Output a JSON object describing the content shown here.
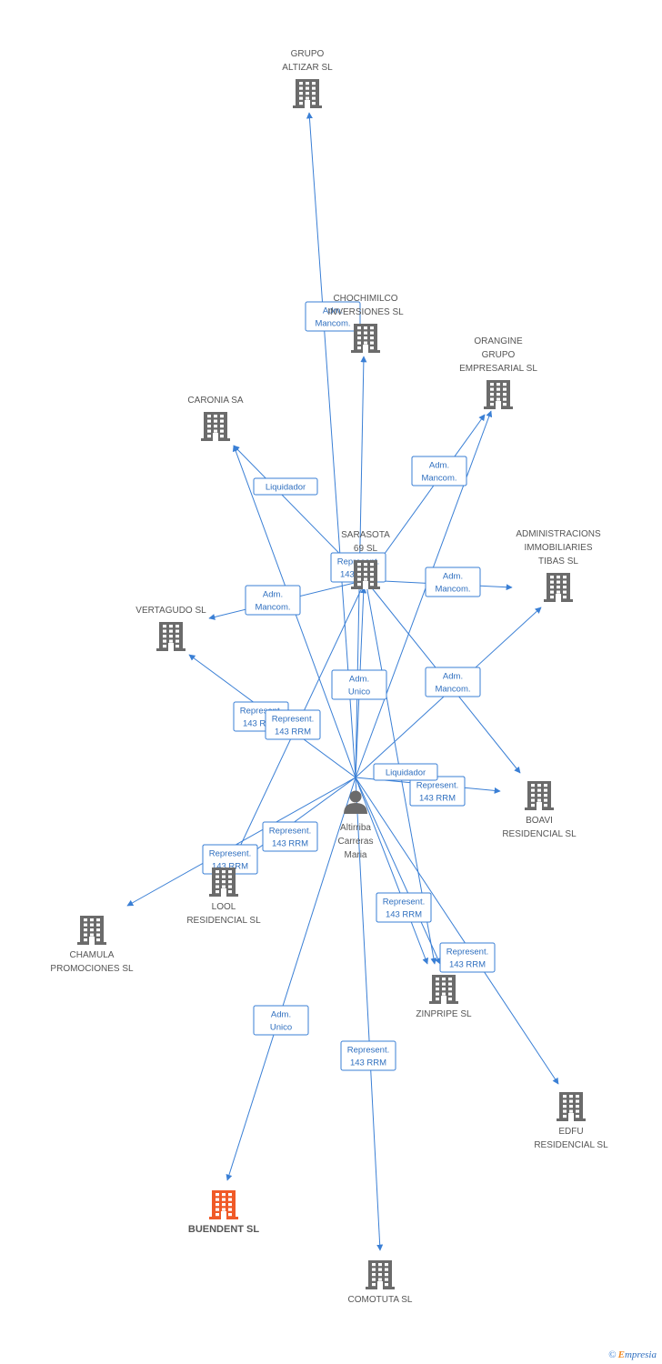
{
  "colors": {
    "edge": "#3a7fd5",
    "building": "#6b6b6b",
    "focus": "#f05a28",
    "label": "#555555"
  },
  "nodes": [
    {
      "id": "grupo_altizar",
      "type": "company",
      "label": [
        "GRUPO",
        "ALTIZAR SL"
      ],
      "icon": "building-icon"
    },
    {
      "id": "chochimilco",
      "type": "company",
      "label": [
        "CHOCHIMILCO",
        "INVERSIONES SL"
      ],
      "icon": "building-icon"
    },
    {
      "id": "orangine",
      "type": "company",
      "label": [
        "ORANGINE",
        "GRUPO",
        "EMPRESARIAL SL"
      ],
      "icon": "building-icon"
    },
    {
      "id": "caronia",
      "type": "company",
      "label": [
        "CARONIA SA"
      ],
      "icon": "building-icon"
    },
    {
      "id": "sarasota",
      "type": "company",
      "label": [
        "SARASOTA",
        "69 SL"
      ],
      "icon": "building-icon"
    },
    {
      "id": "administracions",
      "type": "company",
      "label": [
        "ADMINISTRACIONS",
        "IMMOBILIARIES",
        "TIBAS SL"
      ],
      "icon": "building-icon"
    },
    {
      "id": "vertagudo",
      "type": "company",
      "label": [
        "VERTAGUDO SL"
      ],
      "icon": "building-icon"
    },
    {
      "id": "boavi",
      "type": "company",
      "label": [
        "BOAVI",
        "RESIDENCIAL SL"
      ],
      "icon": "building-icon"
    },
    {
      "id": "person",
      "type": "person",
      "label": [
        "Altirriba",
        "Carreras",
        "Maria"
      ],
      "icon": "person-icon"
    },
    {
      "id": "lool",
      "type": "company",
      "label": [
        "LOOL",
        "RESIDENCIAL SL"
      ],
      "icon": "building-icon"
    },
    {
      "id": "chamula",
      "type": "company",
      "label": [
        "CHAMULA",
        "PROMOCIONES SL"
      ],
      "icon": "building-icon"
    },
    {
      "id": "zinpripe",
      "type": "company",
      "label": [
        "ZINPRIPE SL"
      ],
      "icon": "building-icon"
    },
    {
      "id": "edfu",
      "type": "company",
      "label": [
        "EDFU",
        "RESIDENCIAL SL"
      ],
      "icon": "building-icon"
    },
    {
      "id": "buendent",
      "type": "company",
      "label": [
        "BUENDENT SL"
      ],
      "icon": "building-icon",
      "focus": true
    },
    {
      "id": "comotuta",
      "type": "company",
      "label": [
        "COMOTUTA SL"
      ],
      "icon": "building-icon"
    }
  ],
  "edges": [
    {
      "from": "person",
      "to": "grupo_altizar",
      "label": [
        "Adm.",
        "Mancom."
      ]
    },
    {
      "from": "person",
      "to": "chochimilco",
      "label": [
        "Adm.",
        "Unico"
      ]
    },
    {
      "from": "person",
      "to": "orangine",
      "label": [
        "Adm.",
        "Mancom."
      ]
    },
    {
      "from": "person",
      "to": "caronia",
      "label": [
        "Adm.",
        "Mancom."
      ]
    },
    {
      "from": "sarasota",
      "to": "orangine",
      "label": [
        "Adm.",
        "Mancom."
      ]
    },
    {
      "from": "sarasota",
      "to": "caronia",
      "label": [
        "Liquidador"
      ]
    },
    {
      "from": "sarasota",
      "to": "vertagudo",
      "label": [
        "Represent.",
        "143 RRM"
      ]
    },
    {
      "from": "sarasota",
      "to": "administracions",
      "label": [
        "Adm.",
        "Mancom."
      ]
    },
    {
      "from": "sarasota",
      "to": "boavi",
      "label": [
        "Represent.",
        "143 RRM"
      ]
    },
    {
      "from": "sarasota",
      "to": "lool",
      "label": [
        "Represent.",
        "143 RRM"
      ]
    },
    {
      "from": "sarasota",
      "to": "zinpripe",
      "label": [
        "Represent.",
        "143 RRM"
      ]
    },
    {
      "from": "person",
      "to": "sarasota",
      "label": [
        "Represent.",
        "143 RRM"
      ]
    },
    {
      "from": "person",
      "to": "vertagudo",
      "label": [
        "Represent.",
        "143 RRM"
      ]
    },
    {
      "from": "person",
      "to": "administracions",
      "label": [
        "Adm.",
        "Mancom."
      ]
    },
    {
      "from": "person",
      "to": "boavi",
      "label": [
        "Represent.",
        "143 RRM"
      ]
    },
    {
      "from": "person",
      "to": "lool",
      "label": [
        "Represent.",
        "143 RRM"
      ]
    },
    {
      "from": "person",
      "to": "chamula",
      "label": [
        "Represent.",
        "143 RRM"
      ]
    },
    {
      "from": "person",
      "to": "zinpripe",
      "label": [
        "Represent.",
        "143 RRM"
      ]
    },
    {
      "from": "person",
      "to": "edfu",
      "label": [
        "Represent.",
        "143 RRM"
      ]
    },
    {
      "from": "person",
      "to": "buendent",
      "label": [
        "Adm.",
        "Unico"
      ]
    },
    {
      "from": "person",
      "to": "comotuta",
      "label": [
        "Represent.",
        "143 RRM"
      ]
    },
    {
      "from": "person",
      "to": "zinpripe",
      "label": [
        "Liquidador"
      ]
    }
  ],
  "brand": {
    "copyright": "©",
    "name_first": "E",
    "name_rest": "mpresia"
  }
}
